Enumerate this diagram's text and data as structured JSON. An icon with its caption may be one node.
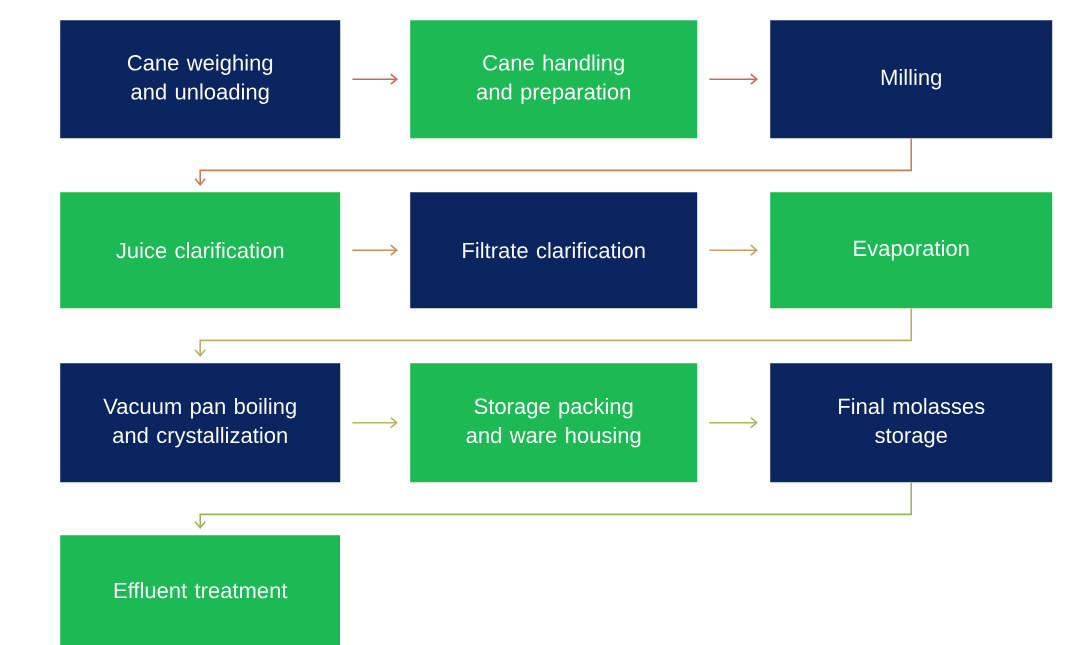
{
  "diagram": {
    "nodes": [
      {
        "text": [
          "Cane weighing and unloading"
        ]
      },
      {
        "text": [
          "Cane handling and preparation"
        ]
      },
      {
        "text": [
          "Milling"
        ]
      },
      {
        "text": [
          "Juice clarification"
        ]
      },
      {
        "text": [
          "Filtrate clarification"
        ]
      },
      {
        "text": [
          "Evaporation"
        ]
      },
      {
        "text": [
          "Vacuum pan boiling and crystallization"
        ]
      },
      {
        "text": [
          "Storage packing and ware housing"
        ]
      },
      {
        "text": [
          "Final molasses storage"
        ]
      },
      {
        "text": [
          "Effluent treatment"
        ]
      }
    ],
    "edges": [
      {
        "from": 0,
        "to": 1,
        "arrow": "to",
        "color": "#c9675a"
      },
      {
        "from": 1,
        "to": 2,
        "arrow": "to",
        "color": "#c9675a"
      },
      {
        "from": 2,
        "to": 3,
        "arrow": "to",
        "color": "#c47e5c"
      },
      {
        "from": 3,
        "to": 4,
        "arrow": "to",
        "color": "#c78f62"
      },
      {
        "from": 4,
        "to": 5,
        "arrow": "to",
        "color": "#c4a266"
      },
      {
        "from": 5,
        "to": 6,
        "arrow": "to",
        "color": "#c0ac6a"
      },
      {
        "from": 6,
        "to": 7,
        "arrow": "to",
        "color": "#b6b466"
      },
      {
        "from": 7,
        "to": 8,
        "arrow": "to",
        "color": "#aab660"
      },
      {
        "from": 8,
        "to": 9,
        "arrow": "to",
        "color": "#9ab65a"
      }
    ]
  }
}
